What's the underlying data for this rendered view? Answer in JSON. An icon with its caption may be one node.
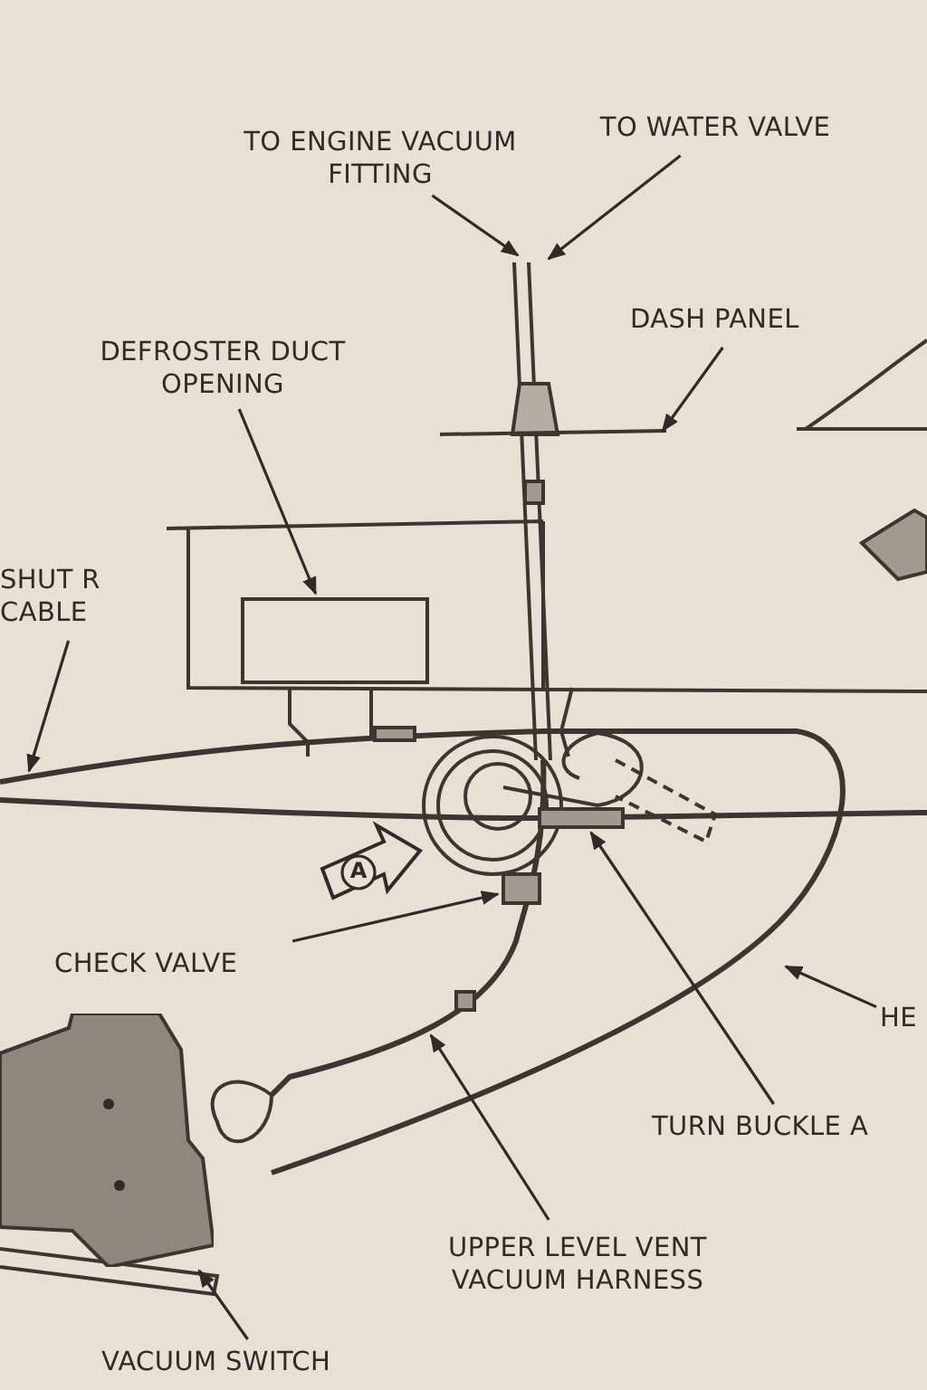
{
  "diagram": {
    "nodes": [
      {
        "text": [
          "TO ENGINE VACUUM FITTING"
        ]
      },
      {
        "text": [
          "TO WATER VALVE"
        ]
      },
      {
        "text": [
          "DASH PANEL"
        ]
      },
      {
        "text": [
          "DEFROSTER DUCT OPENING"
        ]
      },
      {
        "text": [
          "SHUT R CABLE"
        ]
      },
      {
        "text": [
          "CHECK VALVE"
        ]
      },
      {
        "text": [
          "HE"
        ]
      },
      {
        "text": [
          "TURN BUCKLE A"
        ]
      },
      {
        "text": [
          "UPPER LEVEL VENT VACUUM HARNESS"
        ]
      },
      {
        "text": [
          "VACUUM SWITCH"
        ]
      },
      {
        "text": [],
        "shape": "box"
      },
      {
        "text": [],
        "shape": "box"
      },
      {
        "text": [],
        "shape": "bar"
      },
      {
        "text": [],
        "shape": "box"
      }
    ],
    "edges": [
      {
        "from": 0,
        "to": null,
        "arrow": "to"
      },
      {
        "from": 1,
        "to": null,
        "arrow": "to"
      },
      {
        "from": 2,
        "to": null,
        "arrow": "to"
      },
      {
        "from": 3,
        "to": 10,
        "arrow": "to"
      },
      {
        "from": 4,
        "to": null,
        "arrow": "to"
      },
      {
        "from": 5,
        "to": 11,
        "arrow": "to"
      },
      {
        "from": 6,
        "to": null,
        "arrow": "to"
      },
      {
        "from": 7,
        "to": 12,
        "arrow": "to"
      },
      {
        "from": 8,
        "to": null,
        "arrow": "to"
      },
      {
        "from": 9,
        "to": 13,
        "arrow": "to"
      }
    ],
    "labels": [
      "A"
    ]
  }
}
